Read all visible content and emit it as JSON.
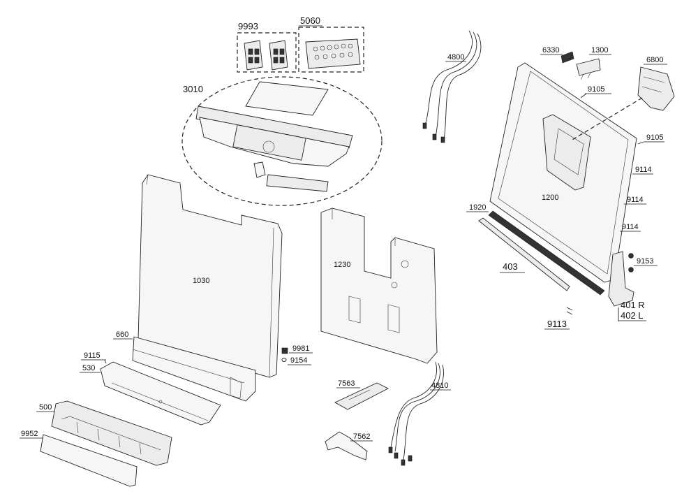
{
  "diagram": {
    "callouts": {
      "c9993": "9993",
      "c5060": "5060",
      "c3010": "3010",
      "c1030": "1030",
      "c660": "660",
      "c9115": "9115",
      "c530": "530",
      "c500": "500",
      "c9952": "9952",
      "c9981": "9981",
      "c9154": "9154",
      "c1230": "1230",
      "c7563": "7563",
      "c7562": "7562",
      "c4810": "4810",
      "c4800": "4800",
      "c6330": "6330",
      "c1300": "1300",
      "c6800": "6800",
      "c9105a": "9105",
      "c9105b": "9105",
      "c9114a": "9114",
      "c9114b": "9114",
      "c9114c": "9114",
      "c1200": "1200",
      "c1920": "1920",
      "c403": "403",
      "c9153": "9153",
      "c401": "401 R",
      "c402": "402 L",
      "c9113": "9113"
    }
  }
}
